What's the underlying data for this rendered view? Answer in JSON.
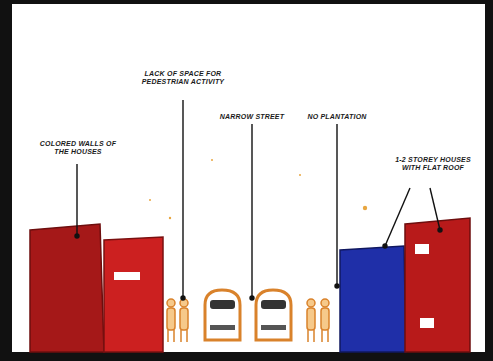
{
  "diagram": {
    "labels": [
      "COLORED WALLS OF THE HOUSES",
      "LACK OF SPACE FOR PEDESTRIAN ACTIVITY",
      "NARROW STREET",
      "NO PLANTATION",
      "1-2 STOREY HOUSES WITH FLAT ROOF"
    ]
  }
}
